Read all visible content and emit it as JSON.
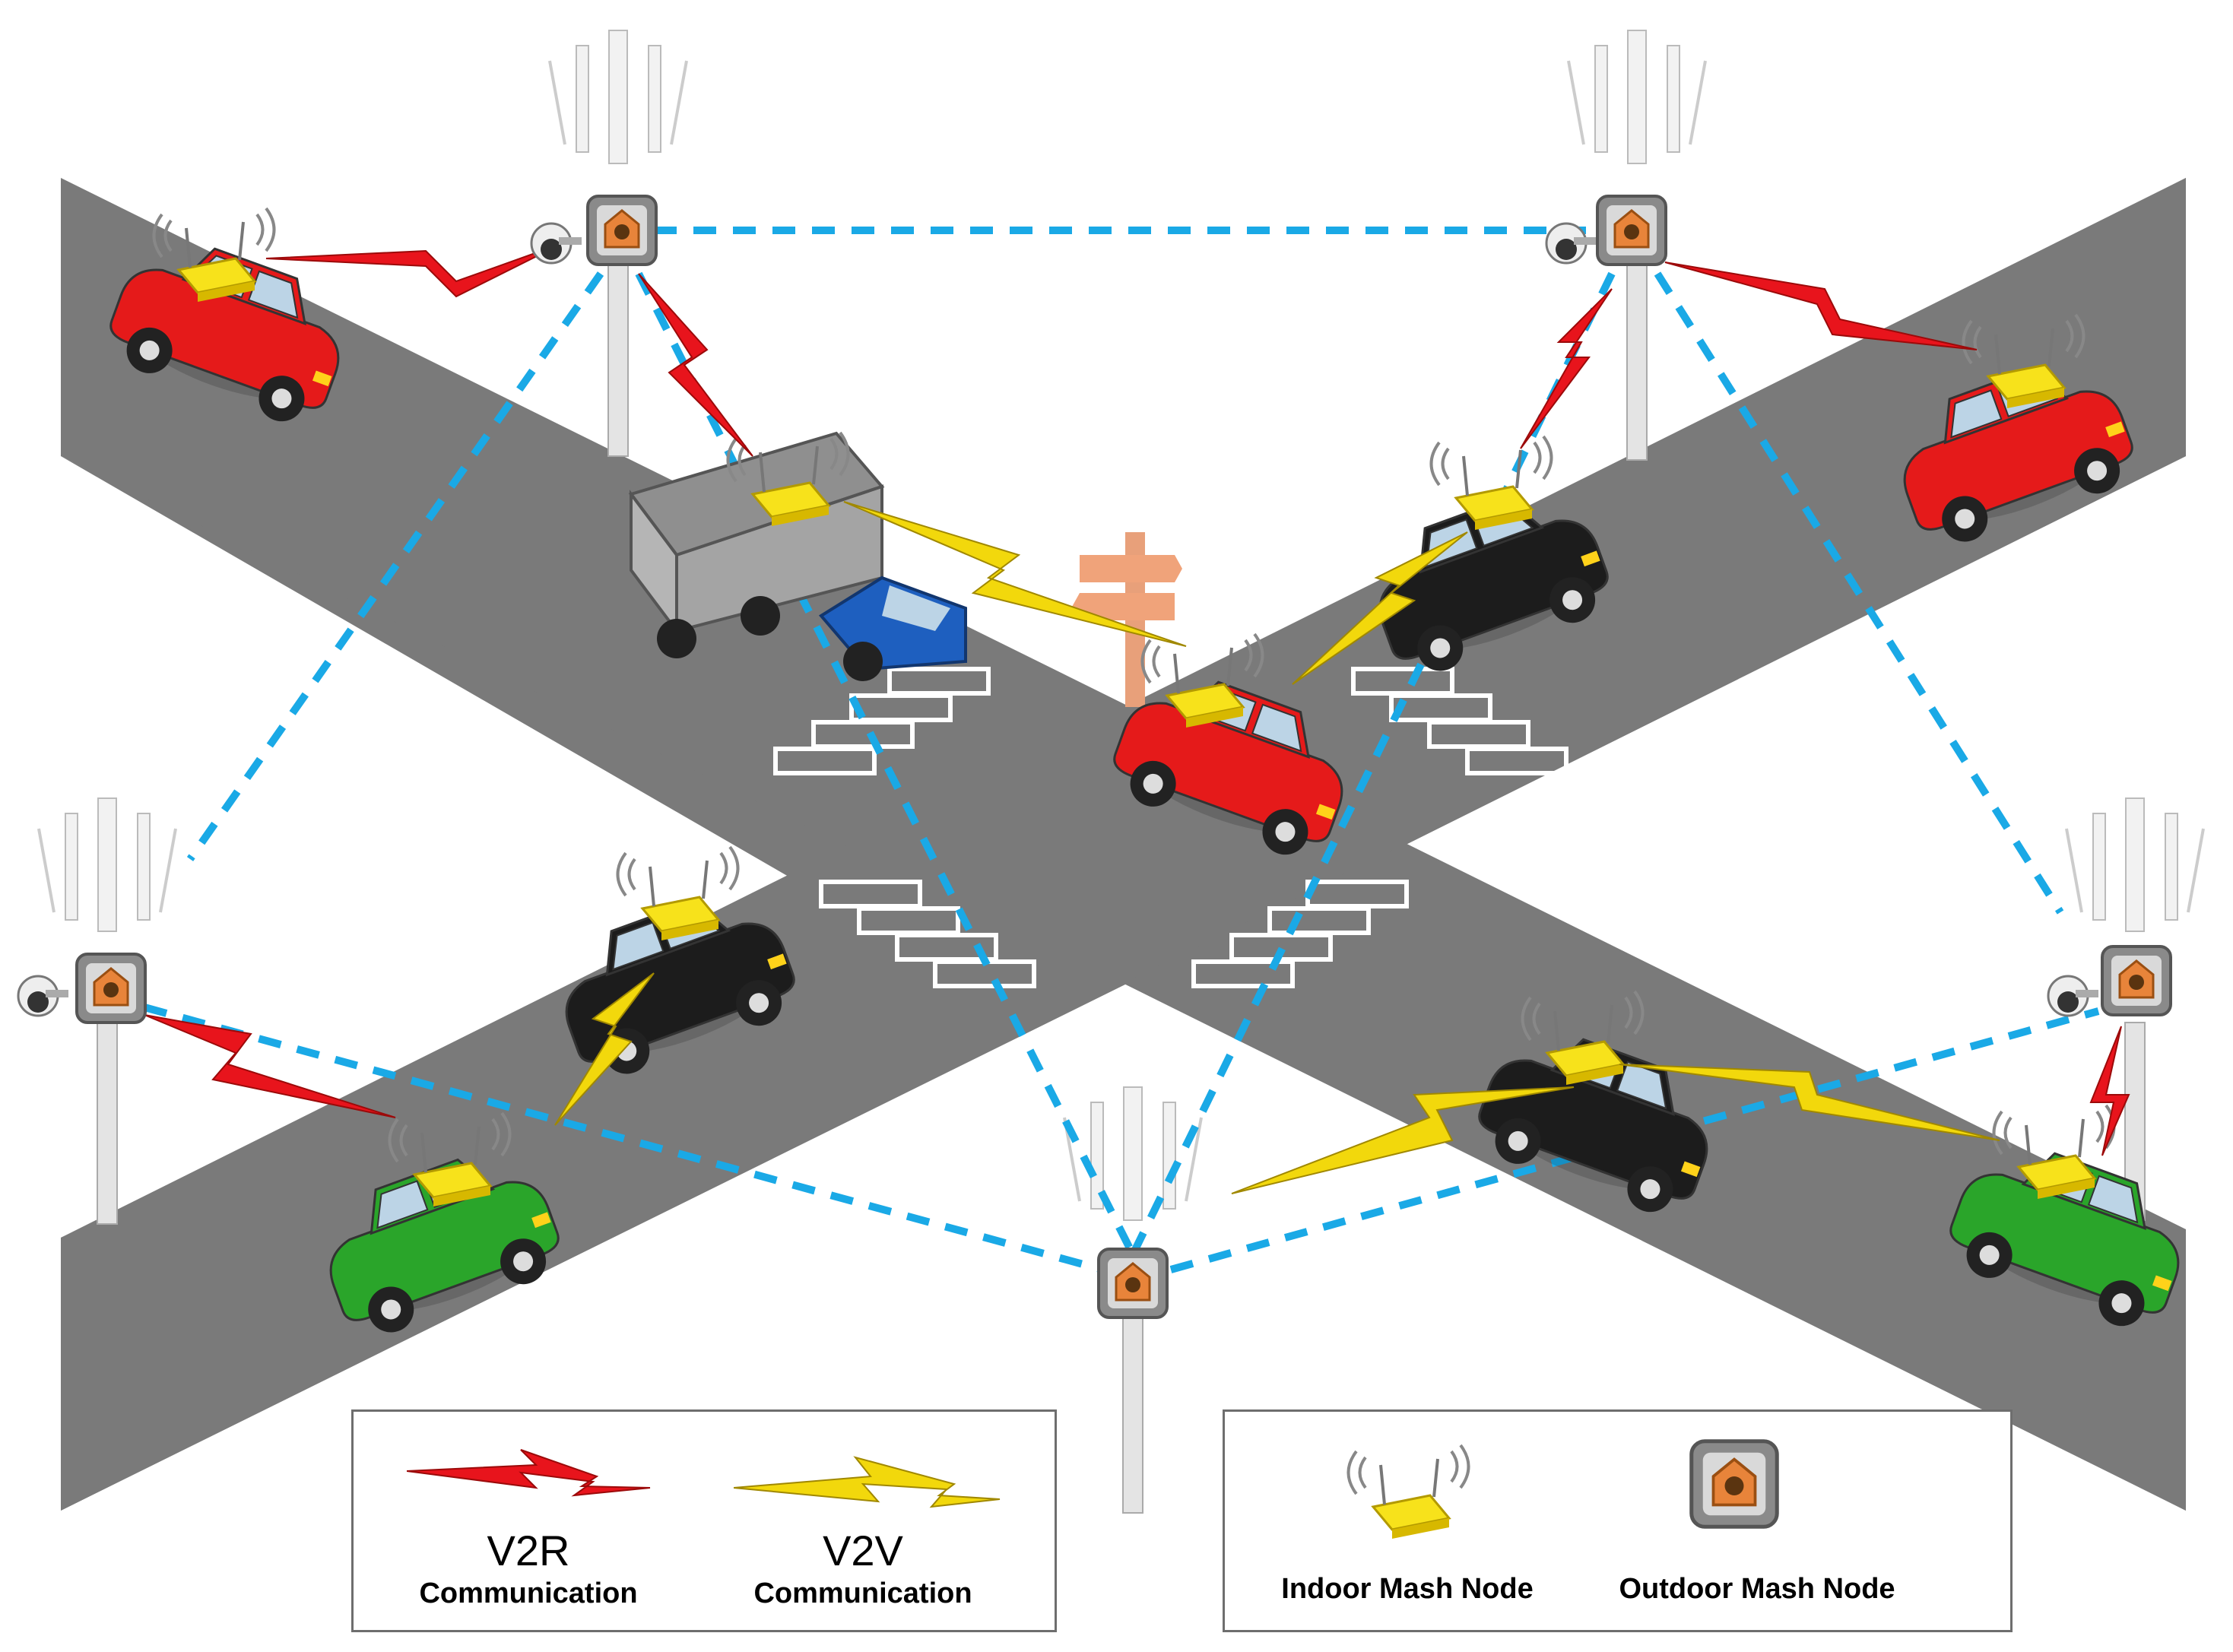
{
  "legend_communication": {
    "v2r": {
      "label": "V2R",
      "sublabel": "Communication",
      "color": "#e8141c"
    },
    "v2v": {
      "label": "V2V",
      "sublabel": "Communication",
      "color": "#f2d80c"
    }
  },
  "legend_nodes": {
    "indoor": {
      "label": "Indoor Mash Node",
      "icon": "wifi-router-icon"
    },
    "outdoor": {
      "label": "Outdoor Mash Node",
      "icon": "mesh-node-box-icon"
    }
  },
  "colors": {
    "road": "#7a7a7a",
    "mesh_link": "#1aa9e6",
    "car_red": "#e51a1a",
    "car_black": "#1c1c1c",
    "car_green": "#2aa52a",
    "truck_cab": "#1e5fbf",
    "node_orange": "#e8843a"
  }
}
